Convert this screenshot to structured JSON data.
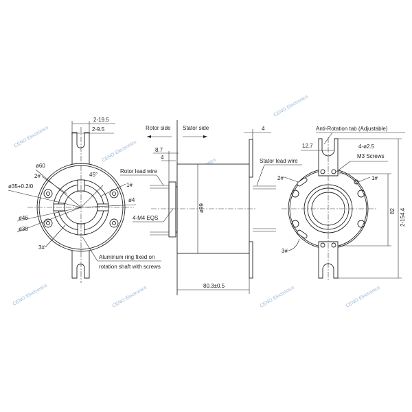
{
  "front_view": {
    "dims": {
      "tab_outer": "2-19.5",
      "tab_inner": "2-9.5",
      "d60": "ø60",
      "d35": "ø35+0.2/0",
      "d46": "ø46",
      "d38": "ø38",
      "d4": "ø4",
      "angle": "45°"
    },
    "labels": {
      "wire1": "1#",
      "wire2": "2#",
      "wire3": "3#",
      "ring_note_1": "Aluminum ring fixed on",
      "ring_note_2": "rotation shaft with screws"
    }
  },
  "side_view": {
    "rotor_side": "Rotor side",
    "stator_side": "Stator side",
    "rotor_lead_wire": "Rotor lead wire",
    "stator_lead_wire": "Stator lead wire",
    "screws": "4-M4 EQS",
    "dims": {
      "d87": "8.7",
      "d4_left": "4",
      "d4_right": "4",
      "d99": "ø99",
      "length": "80.3±0.5"
    }
  },
  "rear_view": {
    "anti_rotation": "Anti-Rotation tab (Adjustable)",
    "tab_width": "12.7",
    "holes": "4-ø2.5",
    "screws": "M3 Screws",
    "wire1": "1#",
    "wire2": "2#",
    "wire3": "3#",
    "dim82": "82",
    "dim154": "2-154.4"
  },
  "watermark": "CENO Electronics"
}
